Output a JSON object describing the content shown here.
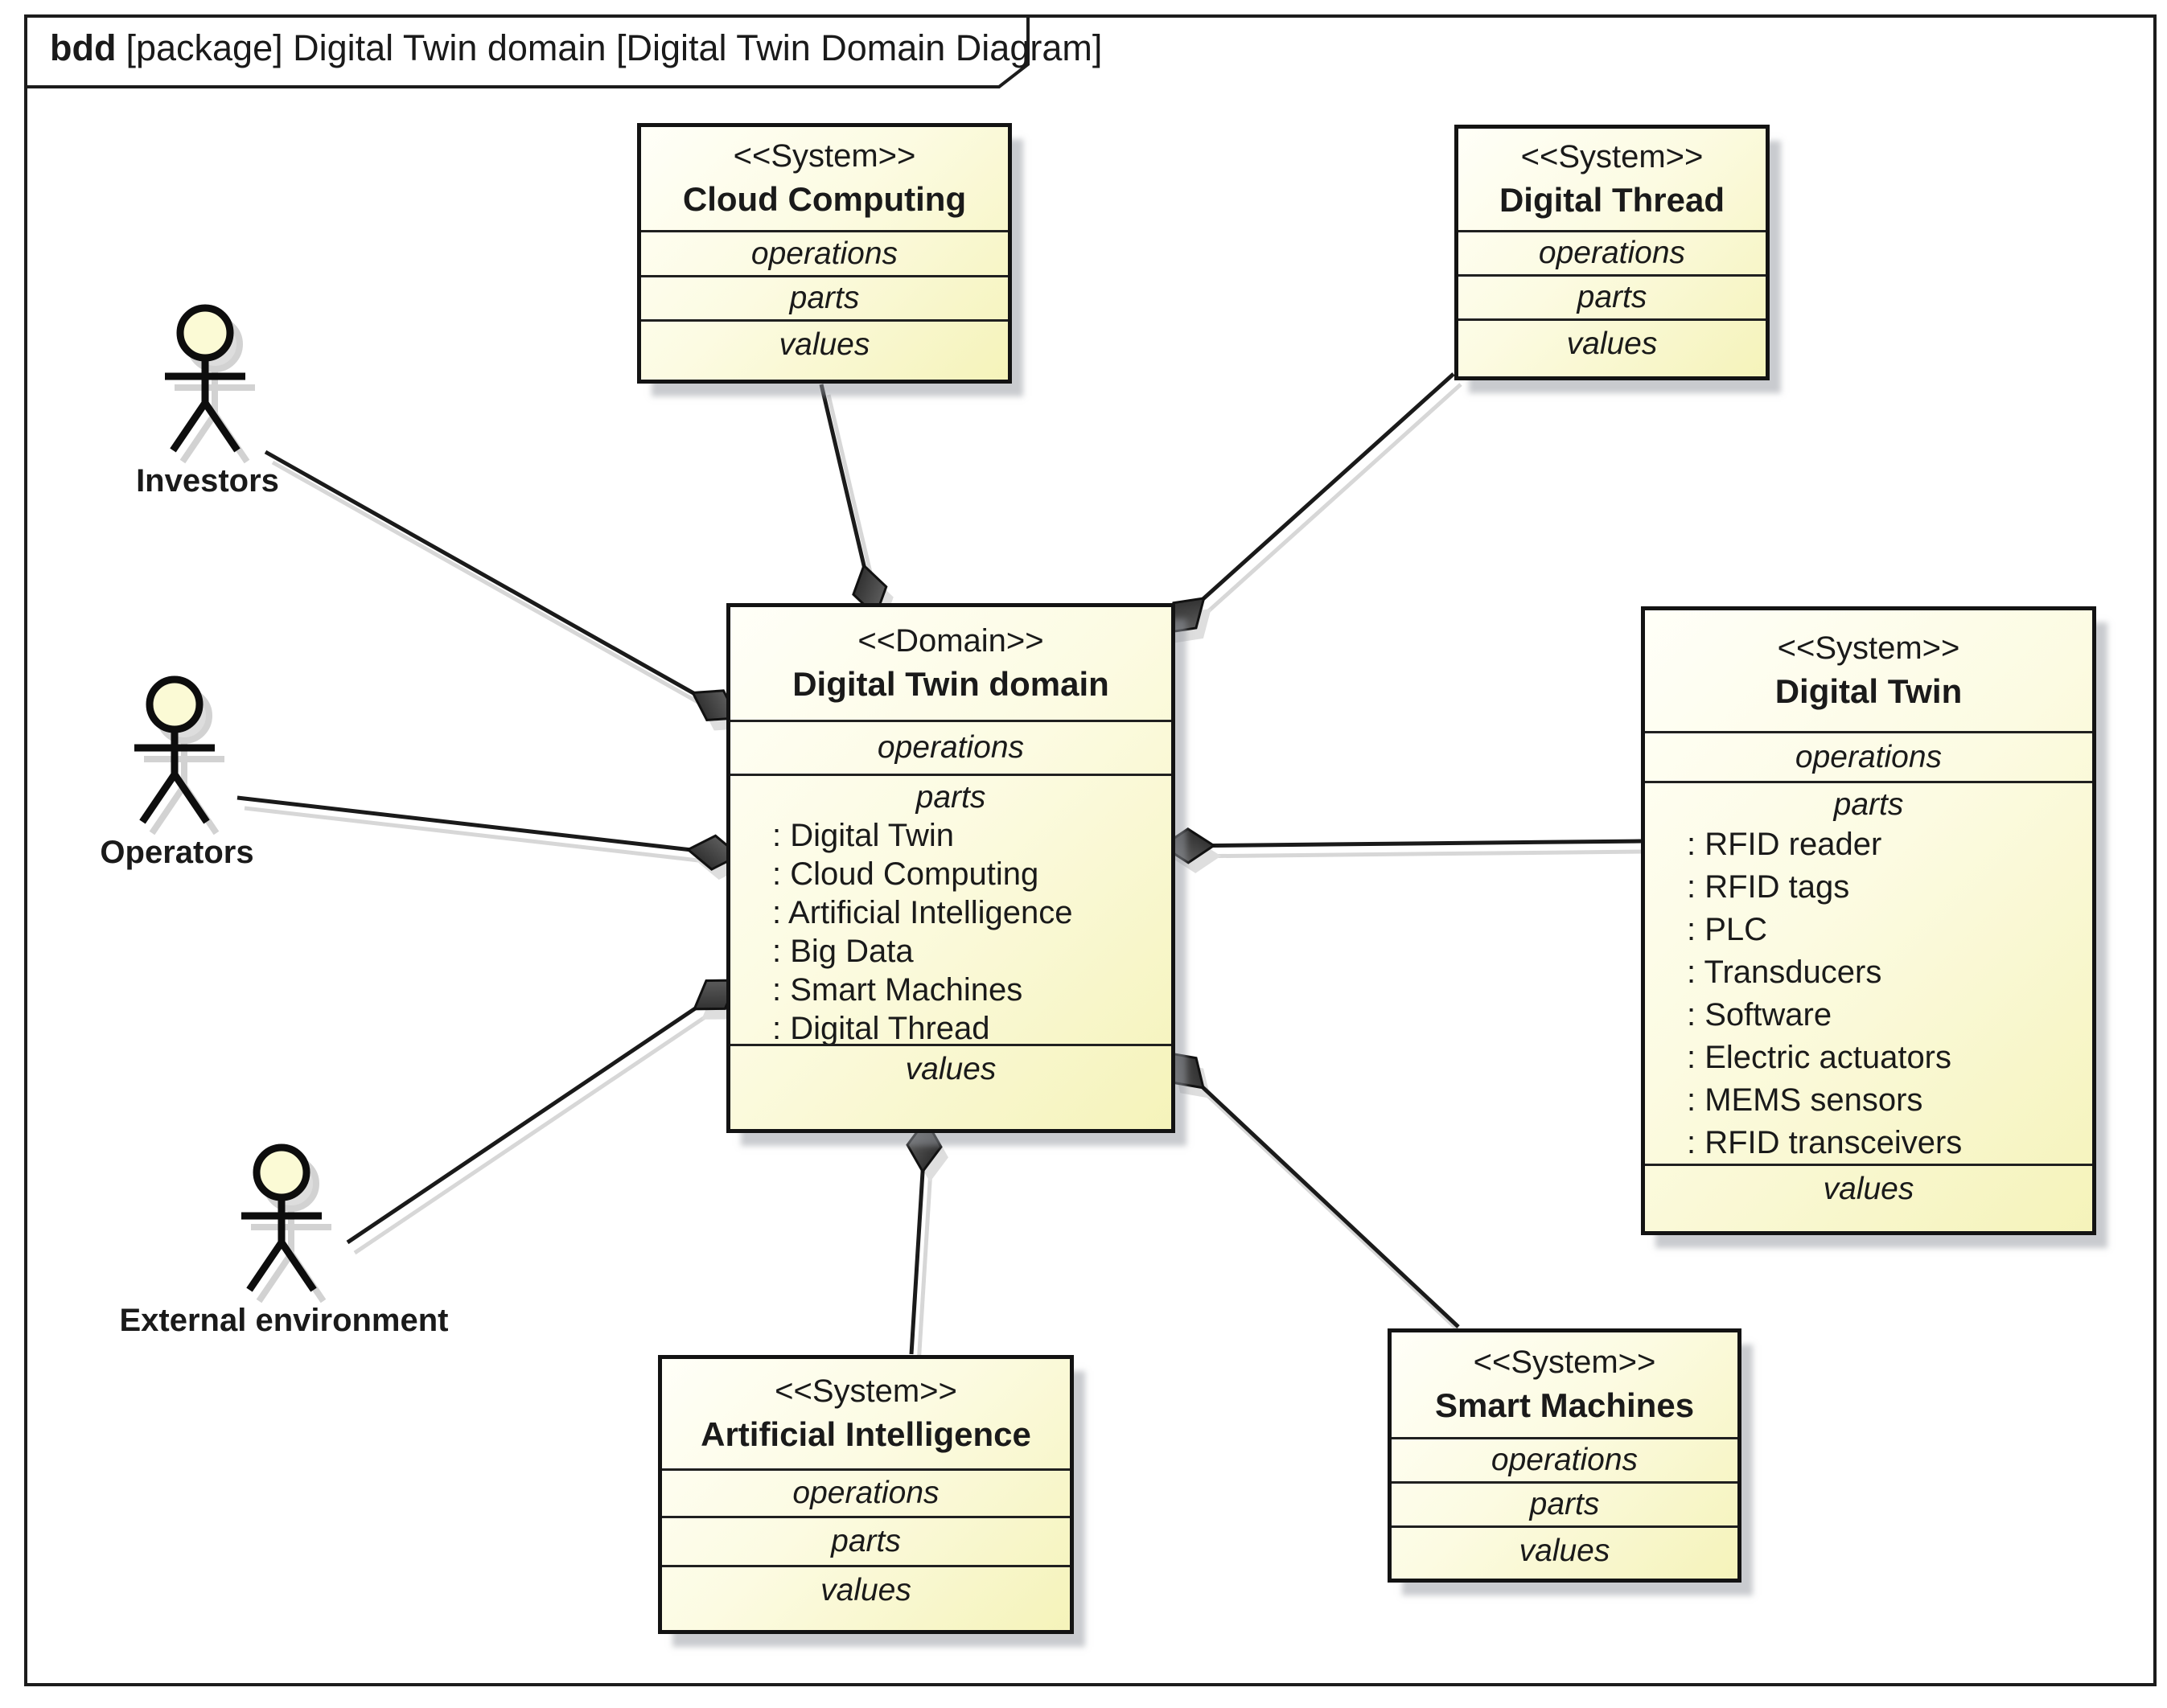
{
  "frame": {
    "title_keyword": "bdd",
    "title_rest": "[package] Digital Twin domain [Digital Twin Domain Diagram]"
  },
  "labels": {
    "operations": "operations",
    "parts": "parts",
    "values": "values"
  },
  "actors": [
    {
      "name": "Investors"
    },
    {
      "name": "Operators"
    },
    {
      "name": "External environment"
    }
  ],
  "blocks": {
    "cloud": {
      "stereotype": "<<System>>",
      "name": "Cloud Computing"
    },
    "thread": {
      "stereotype": "<<System>>",
      "name": "Digital Thread"
    },
    "central": {
      "stereotype": "<<Domain>>",
      "name": "Digital Twin domain",
      "parts_items": [
        ": Digital Twin",
        ": Cloud Computing",
        ": Artificial Intelligence",
        ": Big Data",
        ": Smart Machines",
        ": Digital Thread"
      ]
    },
    "twin": {
      "stereotype": "<<System>>",
      "name": "Digital Twin",
      "parts_items": [
        ": RFID reader",
        ": RFID tags",
        ": PLC",
        ": Transducers",
        ": Software",
        ": Electric actuators",
        ": MEMS sensors",
        ": RFID transceivers"
      ]
    },
    "ai": {
      "stereotype": "<<System>>",
      "name": "Artificial Intelligence"
    },
    "smart": {
      "stereotype": "<<System>>",
      "name": "Smart Machines"
    }
  },
  "colors": {
    "block_fill_light": "#fffff8",
    "block_fill_dark": "#f5f3ba",
    "line": "#1a1a1a",
    "shadow": "#d7d7d7",
    "diamond_dark": "#1e1e1e",
    "diamond_light": "#6f6f6f",
    "head_fill": "#fbfad5"
  },
  "relationship_type": "composition"
}
